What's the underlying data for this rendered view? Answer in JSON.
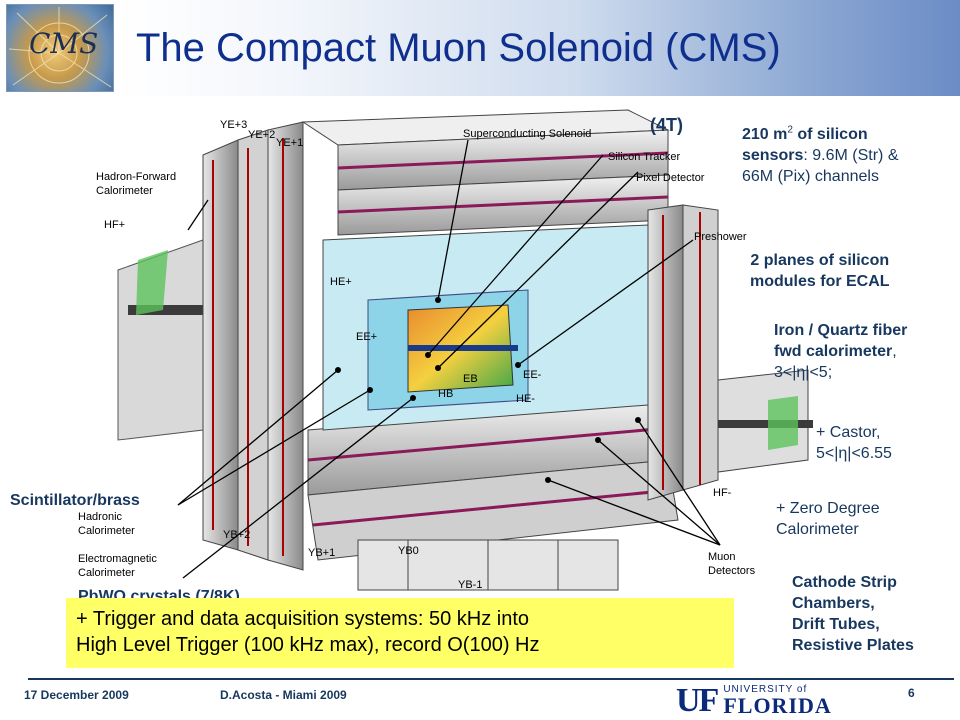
{
  "slide": {
    "title": "The Compact Muon Solenoid (CMS)",
    "logo_text": "CMS"
  },
  "diagram_labels": {
    "ye3": "YE+3",
    "ye2": "YE+2",
    "ye1": "YE+1",
    "superconducting_solenoid": "Superconducting Solenoid",
    "silicon_tracker": "Silicon Tracker",
    "pixel_detector": "Pixel Detector",
    "preshower": "Preshower",
    "hf_calorimeter_1": "Hadron-Forward",
    "hf_calorimeter_2": "Calorimeter",
    "hf_plus": "HF+",
    "he_plus": "HE+",
    "ee_plus": "EE+",
    "eb": "EB",
    "hb": "HB",
    "ee_minus": "EE-",
    "he_minus": "HE-",
    "hf_minus": "HF-",
    "hadronic_1": "Hadronic",
    "hadronic_2": "Calorimeter",
    "em_1": "Electromagnetic",
    "em_2": "Calorimeter",
    "yb2": "YB+2",
    "yb1": "YB+1",
    "yb0": "YB0",
    "ybm1": "YB-1",
    "muon_1": "Muon",
    "muon_2": "Detectors"
  },
  "annotations": {
    "field": "(4T)",
    "silicon_area": "210 m",
    "silicon_sup": "2",
    "silicon_area_rest": " of silicon",
    "silicon_sensors": "sensors",
    "silicon_sensors_rest": ": 9.6M (Str) &",
    "silicon_channels": "66M (Pix) channels",
    "planes_1": "2 planes of silicon",
    "planes_2": "modules for ECAL",
    "iron_1": "Iron / Quartz fiber",
    "iron_2": "fwd calorimeter",
    "iron_2_rest": ",",
    "iron_3": "3<|η|<5;",
    "castor_1": "+ Castor,",
    "castor_2": "5<|η|<6.55",
    "zdc_1": "+ Zero Degree",
    "zdc_2": "Calorimeter",
    "scintillator": "Scintillator/brass",
    "pbwo": "PbWO  crystals (7/8K)",
    "cathode_1": "Cathode Strip",
    "cathode_2": "Chambers,",
    "cathode_3": "Drift Tubes,",
    "cathode_4": "Resistive Plates"
  },
  "trigger_box": {
    "line1": "+ Trigger and data acquisition systems: 50 kHz into",
    "line2": "High Level Trigger (100 kHz max), record O(100) Hz"
  },
  "footer": {
    "date": "17 December 2009",
    "author": "D.Acosta  -  Miami 2009",
    "page": "6",
    "uf_mark": "UF",
    "uf_top": "UNIVERSITY of",
    "uf_bottom": "FLORIDA"
  }
}
